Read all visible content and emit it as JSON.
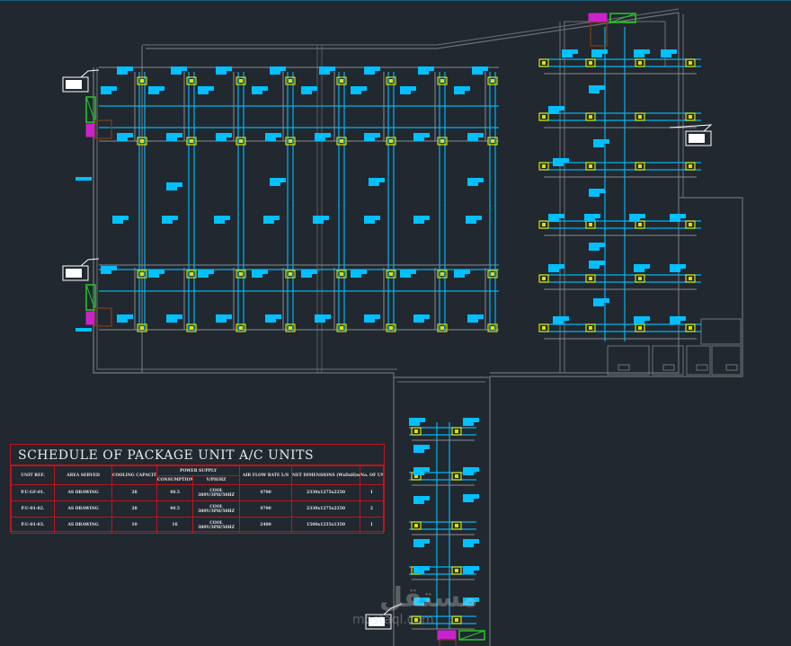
{
  "drawing": {
    "background": "#212830",
    "colors": {
      "wall": "#8a8d91",
      "duct": "#00b4f0",
      "tag": "#00c0ff",
      "diffuser": "#d8e000",
      "damper": "#7a6a10",
      "unit_coil": "#22cc22",
      "unit_fan": "#cc22cc",
      "unit_frame": "#6a3a1a",
      "table_border": "#c0141b"
    }
  },
  "schedule": {
    "title": "SCHEDULE OF PACKAGE UNIT A/C UNITS",
    "headers": {
      "unit_ref": "UNIT REF.",
      "area_served": "AREA SERVED",
      "cooling_capacity": "COOLING CAPACITY (TR)",
      "power_supply": "POWER SUPPLY",
      "consumption": "CONSUMPTION (KW)",
      "vphhz": "V/PH/HZ",
      "air_flow": "AIR FLOW RATE L/S",
      "dimensions": "NET DIMENSIONS (WxDxH)mm",
      "units": "No. OF UNITS"
    },
    "rows": [
      {
        "unit_ref": "P.U-GF-01.",
        "area_served": "AS DRAWING",
        "cooling_capacity": "28",
        "consumption": "40.5",
        "power_1": "COOL",
        "power_2": "380V/3PH/50HZ",
        "air_flow": "4700",
        "dimensions": "2330x1275x2250",
        "units": "1"
      },
      {
        "unit_ref": "P.U-01-02.",
        "area_served": "AS DRAWING",
        "cooling_capacity": "28",
        "consumption": "40.5",
        "power_1": "COOL",
        "power_2": "380V/3PH/50HZ",
        "air_flow": "4700",
        "dimensions": "2330x1275x2250",
        "units": "2"
      },
      {
        "unit_ref": "P.U-01-03.",
        "area_served": "AS DRAWING",
        "cooling_capacity": "10",
        "consumption": "16",
        "power_1": "COOL",
        "power_2": "380V/3PH/50HZ",
        "air_flow": "2400",
        "dimensions": "1500x1255x1350",
        "units": "1"
      }
    ]
  },
  "watermark": {
    "arabic": "مستقل",
    "latin": "mostaql.com"
  }
}
